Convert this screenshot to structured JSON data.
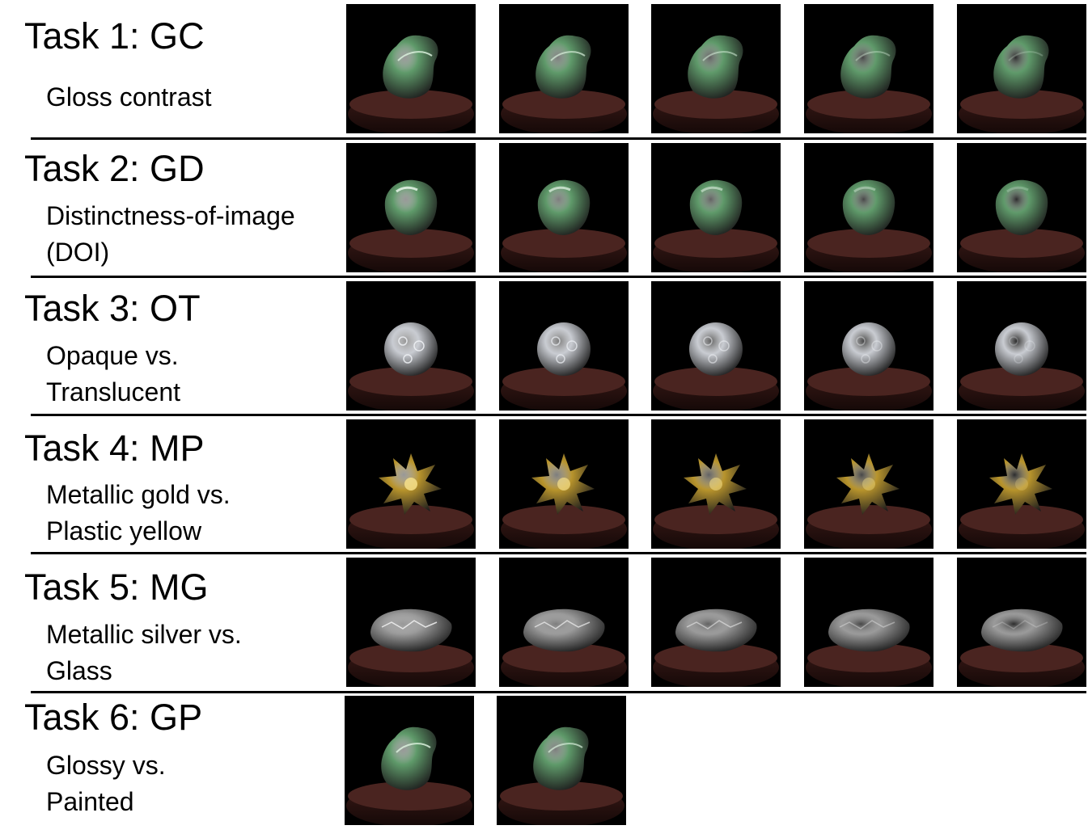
{
  "tasks": [
    {
      "title": "Task 1: GC",
      "description": [
        "Gloss contrast"
      ],
      "object": "blob",
      "material": "green",
      "count": 5
    },
    {
      "title": "Task 2: GD",
      "description": [
        "Distinctness-of-image",
        "(DOI)"
      ],
      "object": "rounded-cube",
      "material": "green",
      "count": 5
    },
    {
      "title": "Task 3: OT",
      "description": [
        "Opaque vs.",
        "Translucent"
      ],
      "object": "bumpy-sphere",
      "material": "white",
      "count": 5
    },
    {
      "title": "Task 4: MP",
      "description": [
        "Metallic gold vs.",
        "Plastic yellow"
      ],
      "object": "spiky-star",
      "material": "gold",
      "count": 5
    },
    {
      "title": "Task 5: MG",
      "description": [
        "Metallic silver vs.",
        "Glass"
      ],
      "object": "rock",
      "material": "silver",
      "count": 5
    },
    {
      "title": "Task 6: GP",
      "description": [
        "Glossy vs.",
        "Painted"
      ],
      "object": "blob",
      "material": "green",
      "count": 2
    }
  ],
  "colors": {
    "background": "#ffffff",
    "thumb_background": "#000000",
    "pedestal": "#3a1a17",
    "green": "#5f9a6a",
    "white": "#c9ccd2",
    "gold": "#b8942c",
    "silver": "#9a9a9a"
  }
}
